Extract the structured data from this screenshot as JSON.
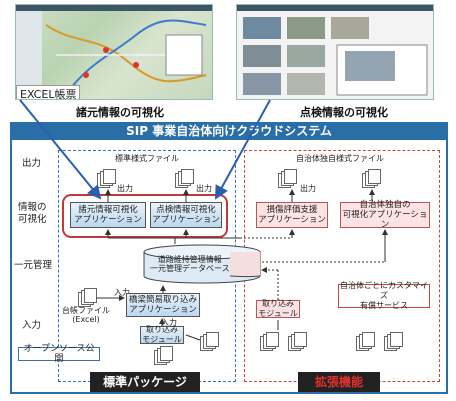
{
  "captions": {
    "excel": "EXCEL帳票",
    "spec_viz": "諸元情報の可視化",
    "inspect_viz": "点検情報の可視化"
  },
  "system_title": "SIP 事業自治体向けクラウドシステム",
  "rows": {
    "output": "出力",
    "info": "情報の",
    "viz": "可視化",
    "unified": "一元管理",
    "input": "入力"
  },
  "left": {
    "std_file": "標準様式ファイル",
    "out1": "出力",
    "out2": "出力",
    "spec_app": "諸元情報可視化\nアプリケーション",
    "inspect_app": "点検情報可視化\nアプリケーション",
    "db": "道路維持管理情報\n一元管理データベース",
    "ledger": "台帳ファイル\n(Excel)",
    "in_label": "入力",
    "bridge_tool": "橋梁簡易取り込み\nアプリケーション",
    "module": "取り込み\nモジュール",
    "in_label2": "入力",
    "open_source": "オープンソース公開",
    "package": "標準パッケージ"
  },
  "right": {
    "own_file": "自治体独自様式ファイル",
    "out": "出力",
    "eval_app": "損傷評価支援\nアプリケーション",
    "own_app": "自治体独自の\n可視化アプリケーション",
    "custom": "自治体ごとにカスタマイズ\n有償サービス",
    "module": "取り込み\nモジュール",
    "ext": "拡張機能"
  },
  "colors": {
    "title_bar": "#2a6ea8",
    "package_bg": "#222222",
    "ext_bg": "#222222",
    "ext_text": "#e23030"
  }
}
